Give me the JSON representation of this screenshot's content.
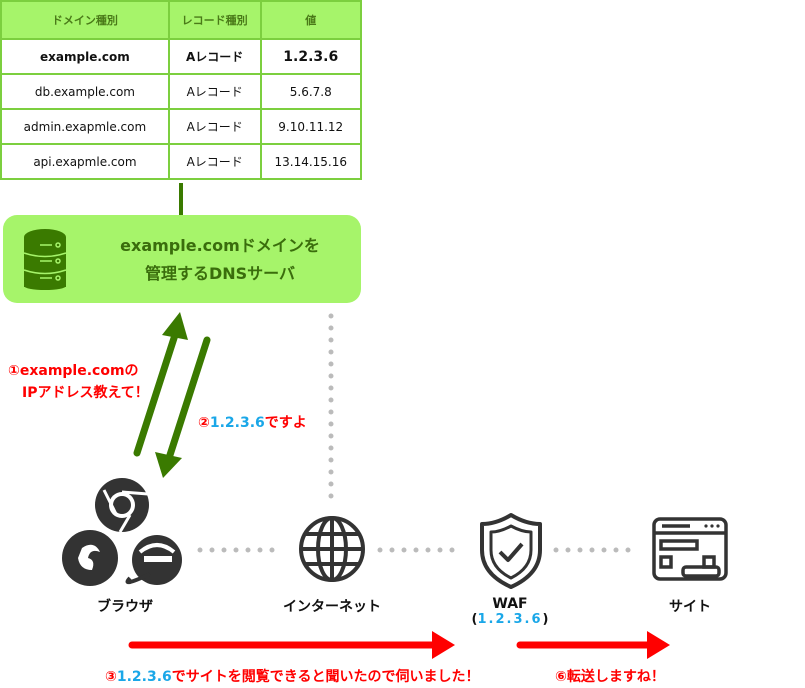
{
  "table": {
    "headers": [
      "ドメイン種別",
      "レコード種別",
      "値"
    ],
    "rows": [
      {
        "domain": "example.com",
        "type": "Aレコード",
        "value": "1.2.3.6"
      },
      {
        "domain": "db.example.com",
        "type": "Aレコード",
        "value": "5.6.7.8"
      },
      {
        "domain": "admin.exapmle.com",
        "type": "Aレコード",
        "value": "9.10.11.12"
      },
      {
        "domain": "api.exapmle.com",
        "type": "Aレコード",
        "value": "13.14.15.16"
      }
    ]
  },
  "dns_server": {
    "line1": "example.comドメインを",
    "line2": "管理するDNSサーバ",
    "icon": "server-icon"
  },
  "annotations": {
    "step1_line1": "①example.comの",
    "step1_line2": "IPアドレス教えて！",
    "step2_num": "②",
    "step2_ip": "1.2.3.6",
    "step2_text": "ですよ",
    "step3_num": "③",
    "step3_ip": "1.2.3.6",
    "step3_text": "でサイトを閲覧できると聞いたので伺いました！",
    "step6": "⑥転送しますね！"
  },
  "nodes": {
    "browser": "ブラウザ",
    "internet": "インターネット",
    "waf": "WAF",
    "waf_ip_open": "(",
    "waf_ip": "1.2.3.6",
    "waf_ip_close": ")",
    "site": "サイト"
  },
  "colors": {
    "green_light": "#a6f46a",
    "green_dark": "#3a7a00",
    "red": "#ff0000",
    "blue": "#1aa7e8",
    "highlight_red": "#e0003c"
  }
}
